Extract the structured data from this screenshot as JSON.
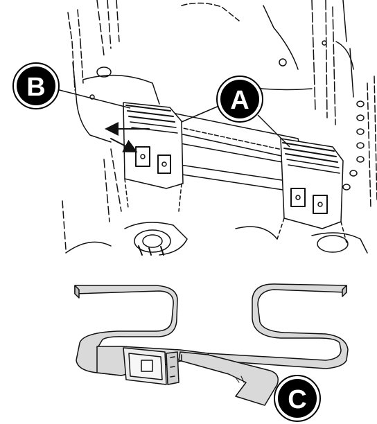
{
  "callouts": {
    "a": {
      "letter": "A"
    },
    "b": {
      "letter": "B"
    },
    "c": {
      "letter": "C"
    }
  },
  "colors": {
    "line": "#111111",
    "callout_fill": "#000000",
    "callout_text": "#ffffff",
    "strap_fill": "#d9d9d9",
    "background": "#ffffff"
  },
  "icons": {
    "callout_shape": "circle-badge",
    "arrow": "arrowhead"
  }
}
